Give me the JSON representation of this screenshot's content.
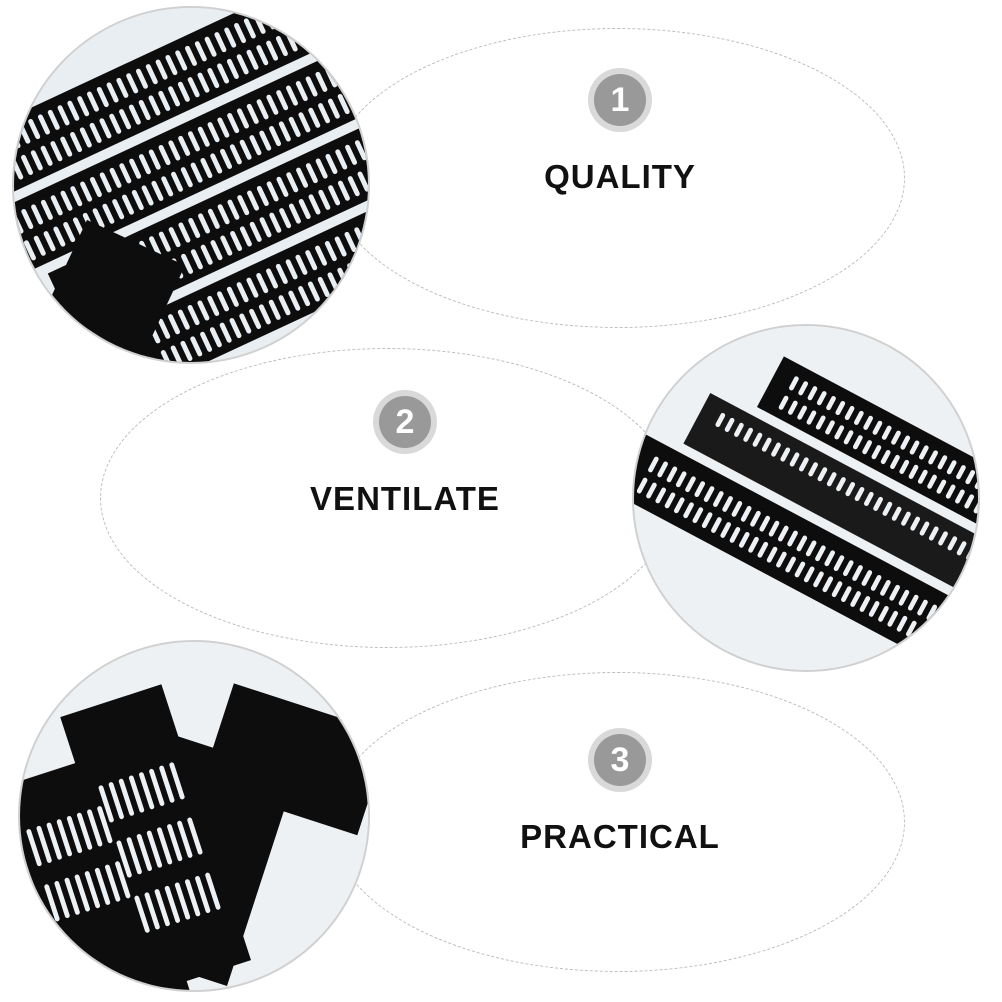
{
  "features": [
    {
      "number": "1",
      "label": "QUALITY"
    },
    {
      "number": "2",
      "label": "VENTILATE"
    },
    {
      "number": "3",
      "label": "PRACTICAL"
    }
  ],
  "colors": {
    "badge_outer": "#d9d9d9",
    "badge_inner": "#999999",
    "label": "#111111",
    "dash": "#bdbdbd",
    "grille": "#0d0d0d"
  },
  "icons": [
    "vent-grille-photo",
    "vent-grille-photo",
    "vent-grille-photo"
  ]
}
